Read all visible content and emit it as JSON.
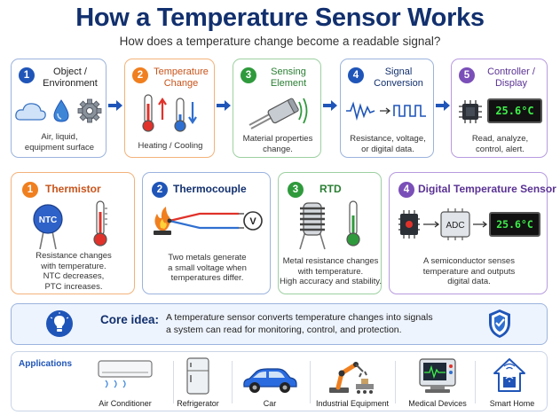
{
  "title": "How a Temperature Sensor Works",
  "subtitle": "How does a temperature change become a readable signal?",
  "steps": [
    {
      "num": "1",
      "title_line1": "Object /",
      "title_line2": "Environment",
      "desc_line1": "Air, liquid,",
      "desc_line2": "equipment surface",
      "desc_line3": "",
      "color": "#1f55b8"
    },
    {
      "num": "2",
      "title_line1": "Temperature",
      "title_line2": "Change",
      "desc_line1": "Heating / Cooling",
      "desc_line2": "",
      "desc_line3": "",
      "color": "#f07f1f"
    },
    {
      "num": "3",
      "title_line1": "Sensing",
      "title_line2": "Element",
      "desc_line1": "Material properties",
      "desc_line2": "change.",
      "desc_line3": "",
      "color": "#2f9a3c"
    },
    {
      "num": "4",
      "title_line1": "Signal",
      "title_line2": "Conversion",
      "desc_line1": "Resistance, voltage,",
      "desc_line2": "or digital data.",
      "desc_line3": "",
      "color": "#1f55b8"
    },
    {
      "num": "5",
      "title_line1": "Controller /",
      "title_line2": "Display",
      "desc_line1": "Read, analyze,",
      "desc_line2": "control, alert.",
      "desc_line3": "",
      "color": "#7a4fb8"
    }
  ],
  "displays": {
    "reading": "25.6°C",
    "adc": "ADC",
    "ntc": "NTC",
    "volt": "V"
  },
  "types": [
    {
      "num": "1",
      "title": "Thermistor",
      "desc_line1": "Resistance changes",
      "desc_line2": "with temperature.",
      "desc_line3": "NTC decreases,",
      "desc_line4": "PTC increases.",
      "color": "#f07f1f"
    },
    {
      "num": "2",
      "title": "Thermocouple",
      "desc_line1": "Two metals generate",
      "desc_line2": "a small voltage when",
      "desc_line3": "temperatures differ.",
      "desc_line4": "",
      "color": "#1f55b8"
    },
    {
      "num": "3",
      "title": "RTD",
      "desc_line1": "Metal resistance changes",
      "desc_line2": "with temperature.",
      "desc_line3": "High accuracy and stability.",
      "desc_line4": "",
      "color": "#2f9a3c"
    },
    {
      "num": "4",
      "title": "Digital Temperature Sensor",
      "desc_line1": "A semiconductor senses",
      "desc_line2": "temperature and outputs",
      "desc_line3": "digital data.",
      "desc_line4": "",
      "color": "#7a4fb8"
    }
  ],
  "core": {
    "label": "Core idea:",
    "text_line1": "A temperature sensor converts temperature changes into signals",
    "text_line2": "a system can read for monitoring, control, and protection."
  },
  "applications": {
    "label": "Applications",
    "items": [
      "Air Conditioner",
      "Refrigerator",
      "Car",
      "Industrial Equipment",
      "Medical Devices",
      "Smart Home"
    ]
  }
}
